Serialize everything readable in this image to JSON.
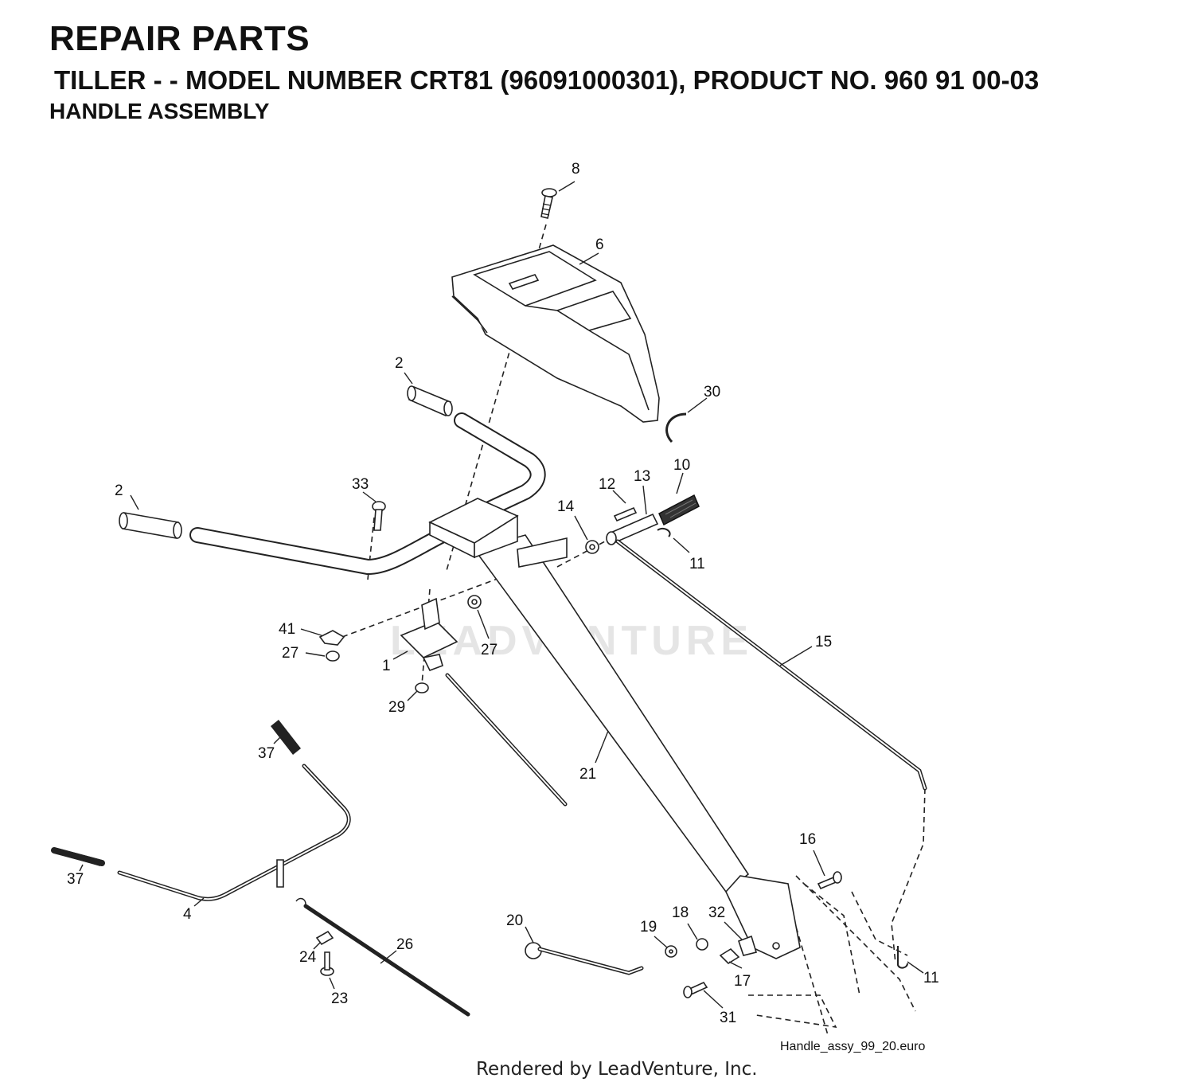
{
  "header": {
    "title": "REPAIR PARTS",
    "subtitle": "TILLER - - MODEL NUMBER CRT81 (96091000301), PRODUCT NO. 960 91 00-03",
    "section": "HANDLE ASSEMBLY"
  },
  "watermark": "LEADVENTURE",
  "callouts": {
    "p1": "1",
    "p2a": "2",
    "p2b": "2",
    "p4": "4",
    "p6": "6",
    "p8": "8",
    "p10": "10",
    "p11a": "11",
    "p11b": "11",
    "p12": "12",
    "p13": "13",
    "p14": "14",
    "p15": "15",
    "p16": "16",
    "p17": "17",
    "p18": "18",
    "p19": "19",
    "p20": "20",
    "p21": "21",
    "p23": "23",
    "p24": "24",
    "p26": "26",
    "p27a": "27",
    "p27b": "27",
    "p29": "29",
    "p30": "30",
    "p31": "31",
    "p32": "32",
    "p33": "33",
    "p37a": "37",
    "p37b": "37",
    "p41": "41"
  },
  "footer": {
    "filename": "Handle_assy_99_20.euro",
    "rendered_by": "Rendered by LeadVenture, Inc."
  }
}
